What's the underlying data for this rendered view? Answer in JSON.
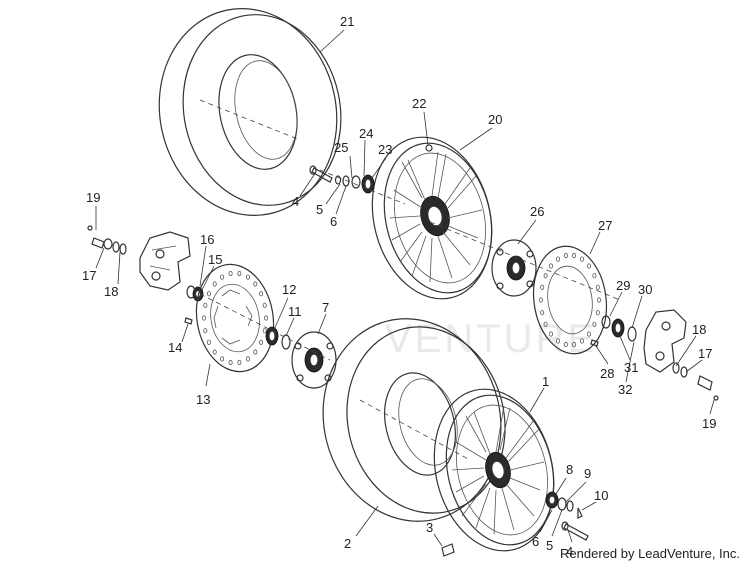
{
  "callouts": [
    {
      "id": "label-21",
      "text": "21"
    },
    {
      "id": "label-22",
      "text": "22"
    },
    {
      "id": "label-20",
      "text": "20"
    },
    {
      "id": "label-24",
      "text": "24"
    },
    {
      "id": "label-25",
      "text": "25"
    },
    {
      "id": "label-23",
      "text": "23"
    },
    {
      "id": "label-4-top",
      "text": "4"
    },
    {
      "id": "label-5-top",
      "text": "5"
    },
    {
      "id": "label-6-top",
      "text": "6"
    },
    {
      "id": "label-19-left",
      "text": "19"
    },
    {
      "id": "label-17-left",
      "text": "17"
    },
    {
      "id": "label-18-left",
      "text": "18"
    },
    {
      "id": "label-16",
      "text": "16"
    },
    {
      "id": "label-15",
      "text": "15"
    },
    {
      "id": "label-12",
      "text": "12"
    },
    {
      "id": "label-11",
      "text": "11"
    },
    {
      "id": "label-7",
      "text": "7"
    },
    {
      "id": "label-14",
      "text": "14"
    },
    {
      "id": "label-13",
      "text": "13"
    },
    {
      "id": "label-26",
      "text": "26"
    },
    {
      "id": "label-27",
      "text": "27"
    },
    {
      "id": "label-29",
      "text": "29"
    },
    {
      "id": "label-30",
      "text": "30"
    },
    {
      "id": "label-28",
      "text": "28"
    },
    {
      "id": "label-31",
      "text": "31"
    },
    {
      "id": "label-32",
      "text": "32"
    },
    {
      "id": "label-18-right",
      "text": "18"
    },
    {
      "id": "label-17-right",
      "text": "17"
    },
    {
      "id": "label-19-right",
      "text": "19"
    },
    {
      "id": "label-1",
      "text": "1"
    },
    {
      "id": "label-2",
      "text": "2"
    },
    {
      "id": "label-3",
      "text": "3"
    },
    {
      "id": "label-8",
      "text": "8"
    },
    {
      "id": "label-9",
      "text": "9"
    },
    {
      "id": "label-10",
      "text": "10"
    },
    {
      "id": "label-6-bottom",
      "text": "6"
    },
    {
      "id": "label-5-bottom",
      "text": "5"
    },
    {
      "id": "label-4-bottom",
      "text": "4"
    }
  ],
  "watermark": "VENTURE",
  "credit": "Rendered by LeadVenture, Inc."
}
